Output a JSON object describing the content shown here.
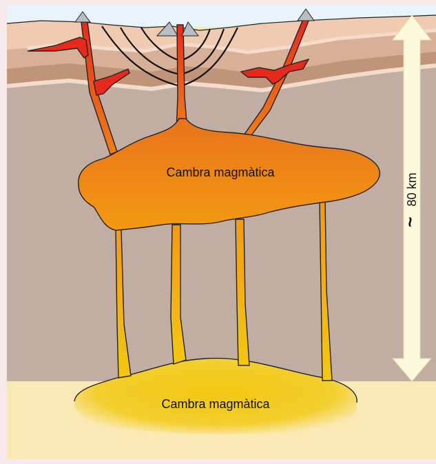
{
  "labels": {
    "upper_chamber": "Cambra magmàtica",
    "lower_chamber": "Cambra magmàtica",
    "depth_approx_symbol": "~",
    "depth_value": "80 km"
  },
  "colors": {
    "background": "#f6eaea",
    "sky": "#e9f4fa",
    "crust": "#c2ada2",
    "mantle": "#fbe9b5",
    "layer_light": "#f0cbb1",
    "layer_mid": "#d8b098",
    "layer_dark": "#bf9478",
    "upper_magma_light": "#f39a13",
    "upper_magma_dark": "#e9731b",
    "lower_magma": "#f3c712",
    "dike_red": "#e52a1d",
    "depth_arrow": "#fdf9dd",
    "volcano_cone": "#b8bdc2"
  },
  "icons": {
    "depth_arrow": "double-headed-arrow-icon",
    "volcano": "volcano-cone-icon"
  }
}
